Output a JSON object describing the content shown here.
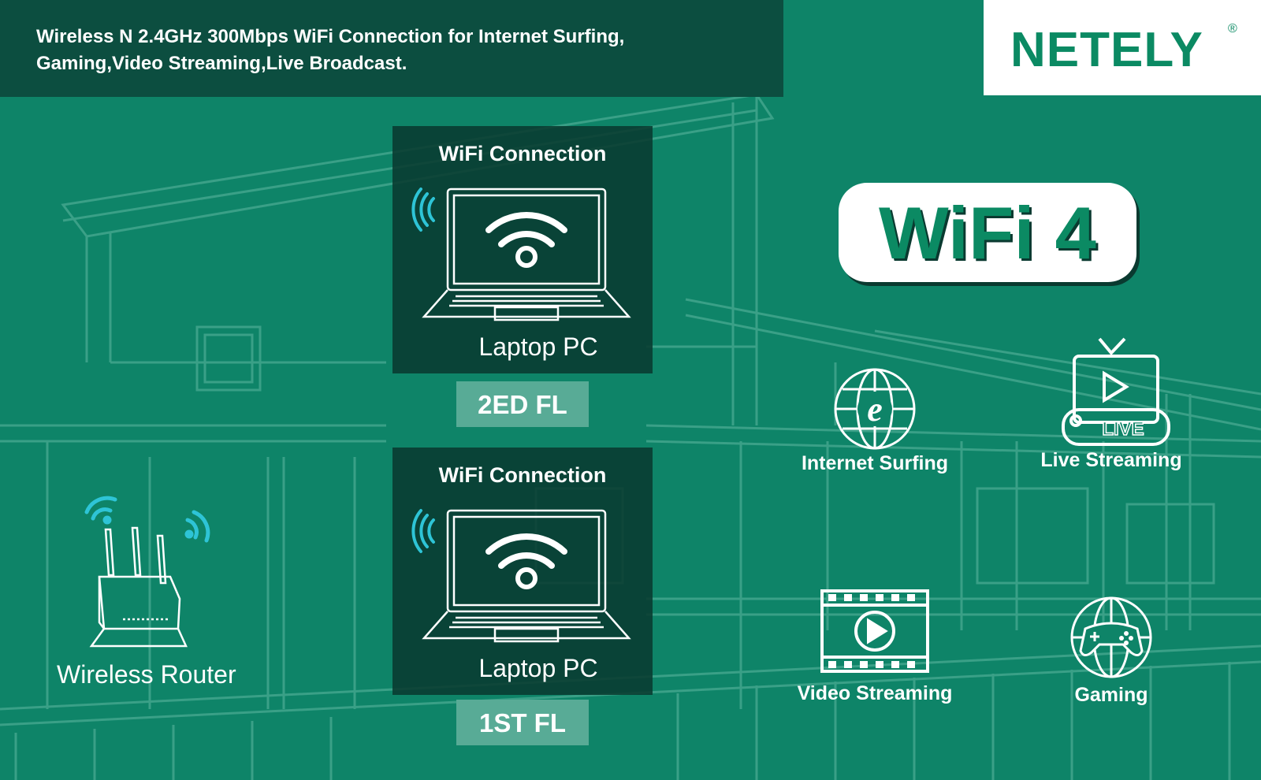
{
  "header": {
    "tagline": "Wireless N 2.4GHz 300Mbps WiFi Connection for Internet Surfing,\nGaming,Video Streaming,Live Broadcast."
  },
  "brand": {
    "name": "NETELY",
    "registered": "®"
  },
  "badge": {
    "label": "WiFi 4"
  },
  "devices": [
    {
      "title": "WiFi Connection",
      "label": "Laptop PC",
      "floor": "2ED FL"
    },
    {
      "title": "WiFi Connection",
      "label": "Laptop PC",
      "floor": "1ST FL"
    }
  ],
  "router": {
    "label": "Wireless Router",
    "icon": "wireless-router-icon"
  },
  "features": [
    {
      "label": "Internet Surfing",
      "icon": "globe-browser-icon"
    },
    {
      "label": "Live Streaming",
      "icon": "live-tv-icon",
      "badge_text": "LIVE"
    },
    {
      "label": "Video Streaming",
      "icon": "film-play-icon"
    },
    {
      "label": "Gaming",
      "icon": "game-controller-icon"
    }
  ],
  "colors": {
    "background": "#0e8468",
    "dark_panel": "#0c4e40",
    "brand_green": "#0b8a63",
    "floor_tag": "#58ab96",
    "signal_cyan": "#2ec4d6"
  }
}
